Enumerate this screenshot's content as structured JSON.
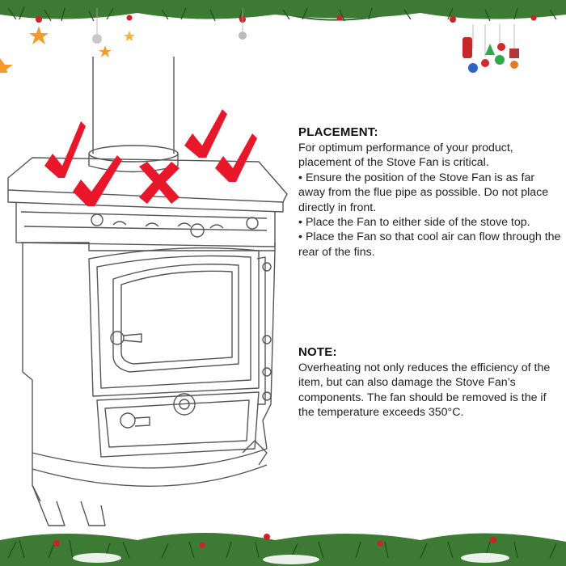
{
  "placement": {
    "heading": "PLACEMENT:",
    "intro": "For optimum performance of your product, placement of the Stove Fan is critical.",
    "bullets": [
      "Ensure the position of the Stove Fan is as far away from the flue pipe as possible. Do not place directly in front.",
      "Place the Fan to either side of the stove top.",
      "Place the Fan so that cool air can flow through the rear of the fins."
    ]
  },
  "note": {
    "heading": "NOTE:",
    "body": "Overheating not only reduces the efficiency of the item, but can also damage the Stove Fan’s components. The fan should be removed is the if the temperature exceeds 350°C."
  },
  "icons": [
    "check-mark-icon",
    "cross-mark-icon",
    "ornament-icon",
    "star-icon",
    "pine-branch-icon"
  ],
  "colors": {
    "mark_red": "#e8182a",
    "pine_green": "#2f6b2c",
    "text": "#222222"
  }
}
